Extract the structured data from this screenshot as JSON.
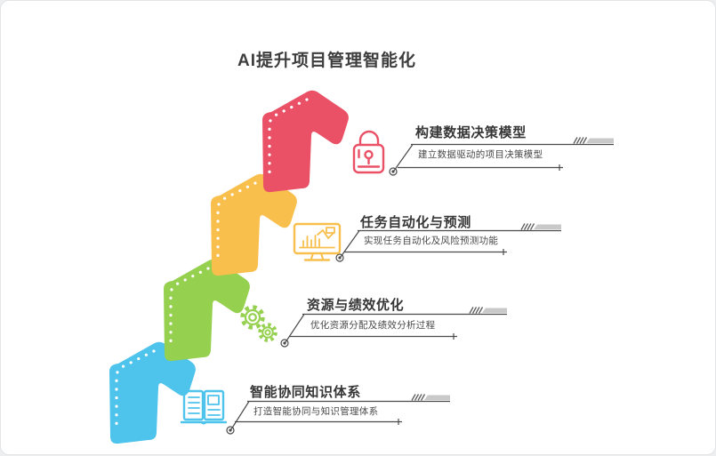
{
  "title": "AI提升项目管理智能化",
  "colors": {
    "red": "#EA5167",
    "yellow": "#F8BF4D",
    "green": "#95D04F",
    "blue": "#4EC3EB",
    "line": "#4A4A4A",
    "hatch": "#5A5A5A",
    "bar_gray": "#C9C9C9",
    "title_text": "#3D3D3D",
    "subtitle_text": "#4A4A4A"
  },
  "items": [
    {
      "step": 1,
      "icon": "lock-icon",
      "color_key": "red",
      "title": "构建数据决策模型",
      "subtitle": "建立数据驱动的项目决策模型"
    },
    {
      "step": 2,
      "icon": "monitor-chart-icon",
      "color_key": "yellow",
      "title": "任务自动化与预测",
      "subtitle": "实现任务自动化及风险预测功能"
    },
    {
      "step": 3,
      "icon": "gears-icon",
      "color_key": "green",
      "title": "资源与绩效优化",
      "subtitle": "优化资源分配及绩效分析过程"
    },
    {
      "step": 4,
      "icon": "open-book-icon",
      "color_key": "blue",
      "title": "智能协同知识体系",
      "subtitle": "打造智能协同与知识管理体系"
    }
  ]
}
